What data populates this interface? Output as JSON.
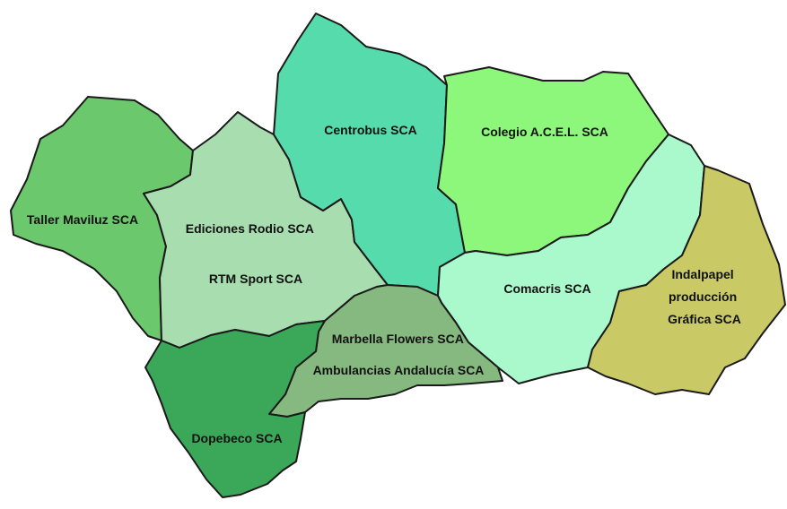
{
  "regions": [
    {
      "id": "huelva",
      "color": "#6cc86c",
      "label": [
        "Taller Maviluz SCA"
      ]
    },
    {
      "id": "sevilla",
      "color": "#a8ddb0",
      "label": [
        "Ediciones Rodio SCA",
        "RTM Sport SCA"
      ]
    },
    {
      "id": "cordoba",
      "color": "#56dcac",
      "label": [
        "Centrobus SCA"
      ]
    },
    {
      "id": "jaen",
      "color": "#8cf77a",
      "label": [
        "Colegio A.C.E.L. SCA"
      ]
    },
    {
      "id": "granada",
      "color": "#aaf9cc",
      "label": [
        "Comacris SCA"
      ]
    },
    {
      "id": "almeria",
      "color": "#c9c966",
      "label": [
        "Indalpapel",
        "producción",
        "Gráfica SCA"
      ]
    },
    {
      "id": "malaga",
      "color": "#86b97f",
      "label": [
        "Marbella Flowers SCA",
        "Ambulancias Andalucía SCA"
      ]
    },
    {
      "id": "cadiz",
      "color": "#3aa858",
      "label": [
        "Dopebeco SCA"
      ]
    }
  ]
}
